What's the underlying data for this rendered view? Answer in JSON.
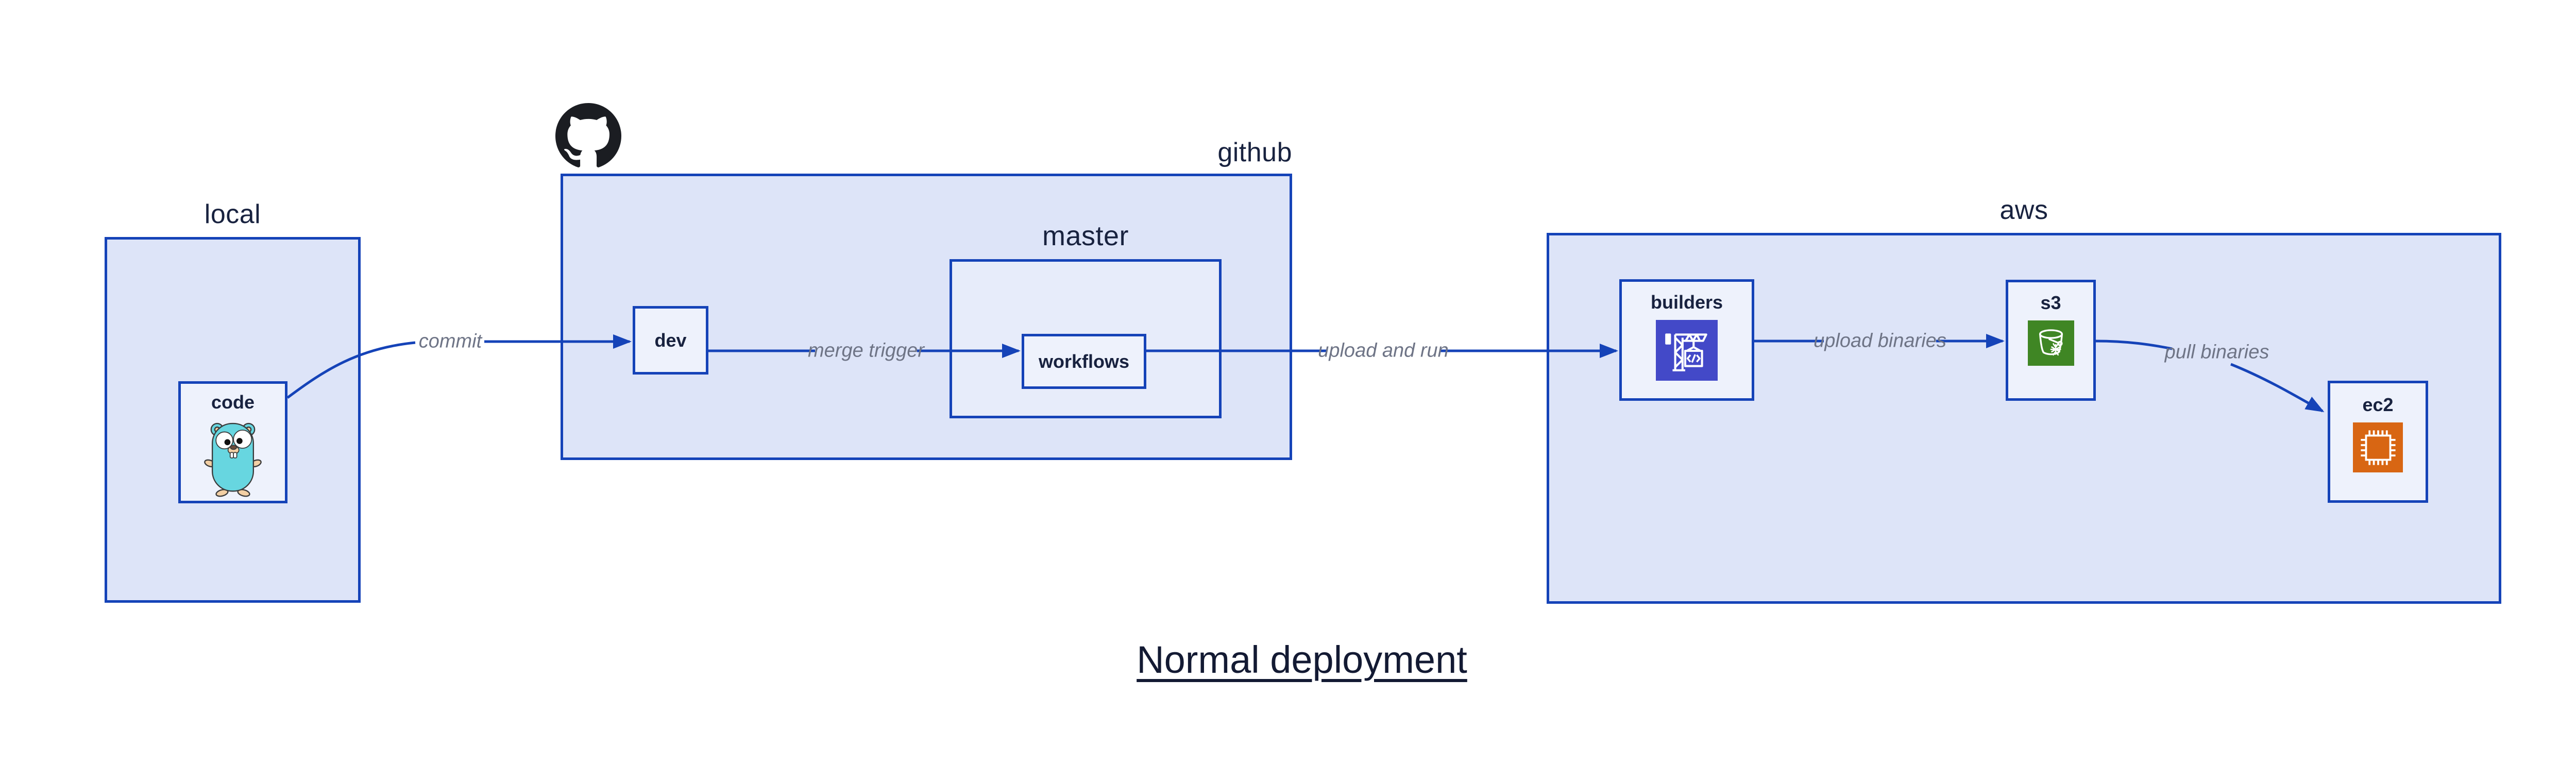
{
  "title": "Normal deployment",
  "regions": {
    "local": {
      "label": "local"
    },
    "github": {
      "label": "github"
    },
    "master": {
      "label": "master"
    },
    "aws": {
      "label": "aws"
    }
  },
  "nodes": {
    "code": {
      "label": "code",
      "icon": "go-gopher-icon"
    },
    "dev": {
      "label": "dev"
    },
    "workflows": {
      "label": "workflows"
    },
    "builders": {
      "label": "builders",
      "icon": "aws-codebuild-crane-icon"
    },
    "s3": {
      "label": "s3",
      "icon": "aws-s3-bucket-icon"
    },
    "ec2": {
      "label": "ec2",
      "icon": "aws-ec2-chip-icon"
    }
  },
  "edges": [
    {
      "from": "code",
      "to": "dev",
      "label": "commit"
    },
    {
      "from": "dev",
      "to": "workflows",
      "label": "merge trigger"
    },
    {
      "from": "workflows",
      "to": "builders",
      "label": "upload and run"
    },
    {
      "from": "builders",
      "to": "s3",
      "label": "upload binaries"
    },
    {
      "from": "s3",
      "to": "ec2",
      "label": "pull binaries"
    }
  ],
  "logos": {
    "github_mark": "octocat-icon"
  },
  "colors": {
    "frame_blue": "#1543b8",
    "region_fill": "#dde4f8",
    "master_fill": "#e7ecfa",
    "node_fill": "#eef2fc",
    "label_navy": "#18223f",
    "edge_label_gray": "#6e7486",
    "codebuild_purple": "#4349c8",
    "s3_green": "#3f8624",
    "ec2_orange": "#d86613",
    "github_black": "#1b1d22",
    "gopher_teal": "#67d6e0"
  }
}
